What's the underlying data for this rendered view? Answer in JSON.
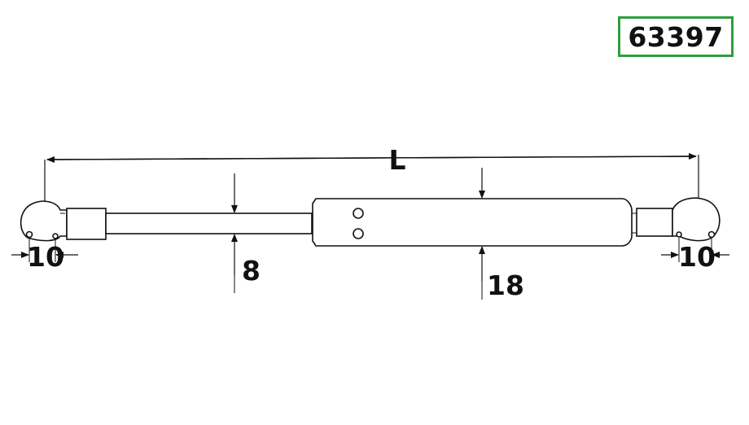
{
  "part_number": "63397",
  "dimensions": {
    "length_label": "L",
    "rod_diameter": "8",
    "body_diameter": "18",
    "left_end_fitting": "10",
    "right_end_fitting": "10"
  },
  "colors": {
    "part_box_border": "#2e9e3f",
    "line": "#111111"
  }
}
